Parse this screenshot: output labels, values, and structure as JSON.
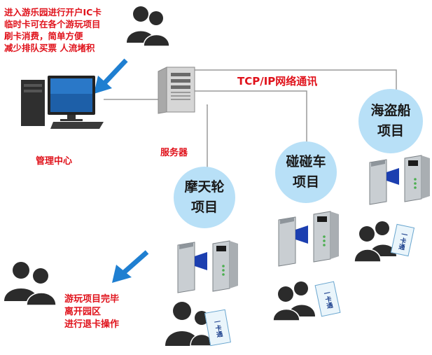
{
  "top_note": {
    "lines": [
      "进入游乐园进行开户IC卡",
      "临时卡可在各个游玩项目",
      "刷卡消费，简单方便",
      "减少排队买票 人流堵积"
    ]
  },
  "management_center_label": "管理中心",
  "server_label": "服务器",
  "network_label": "TCP/IP网络通讯",
  "projects": [
    {
      "name": "摩天轮",
      "suffix": "项目"
    },
    {
      "name": "碰碰车",
      "suffix": "项目"
    },
    {
      "name": "海盗船",
      "suffix": "项目"
    }
  ],
  "exit_note": {
    "lines": [
      "游玩项目完毕",
      "离开园区",
      "进行退卡操作"
    ]
  },
  "card_text": "一卡通",
  "colors": {
    "note_red": "#e0121b",
    "circle_fill": "#b8e0f7",
    "arrow_blue": "#1f7fd1",
    "line_gray": "#9a9a9a",
    "person_dark": "#2b2b2b"
  },
  "icons": [
    "person-pair-icon",
    "desktop-computer-icon",
    "server-tower-icon",
    "turnstile-gate-icon",
    "ic-card-icon",
    "blue-arrow-icon"
  ]
}
